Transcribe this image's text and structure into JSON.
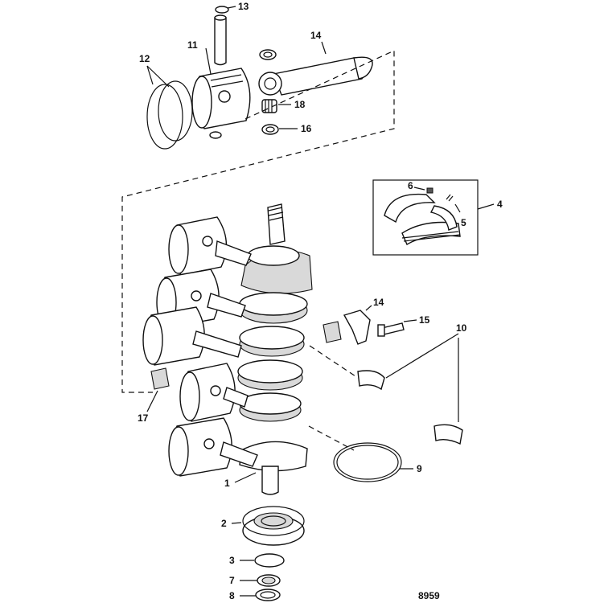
{
  "figure_number": "8959",
  "callouts": [
    {
      "id": "c13",
      "text": "13"
    },
    {
      "id": "c11",
      "text": "11"
    },
    {
      "id": "c12",
      "text": "12"
    },
    {
      "id": "c14a",
      "text": "14"
    },
    {
      "id": "c18",
      "text": "18"
    },
    {
      "id": "c16",
      "text": "16"
    },
    {
      "id": "c6",
      "text": "6"
    },
    {
      "id": "c4",
      "text": "4"
    },
    {
      "id": "c5",
      "text": "5"
    },
    {
      "id": "c14b",
      "text": "14"
    },
    {
      "id": "c15",
      "text": "15"
    },
    {
      "id": "c10",
      "text": "10"
    },
    {
      "id": "c17",
      "text": "17"
    },
    {
      "id": "c9",
      "text": "9"
    },
    {
      "id": "c1",
      "text": "1"
    },
    {
      "id": "c2",
      "text": "2"
    },
    {
      "id": "c3",
      "text": "3"
    },
    {
      "id": "c7",
      "text": "7"
    },
    {
      "id": "c8",
      "text": "8"
    }
  ]
}
